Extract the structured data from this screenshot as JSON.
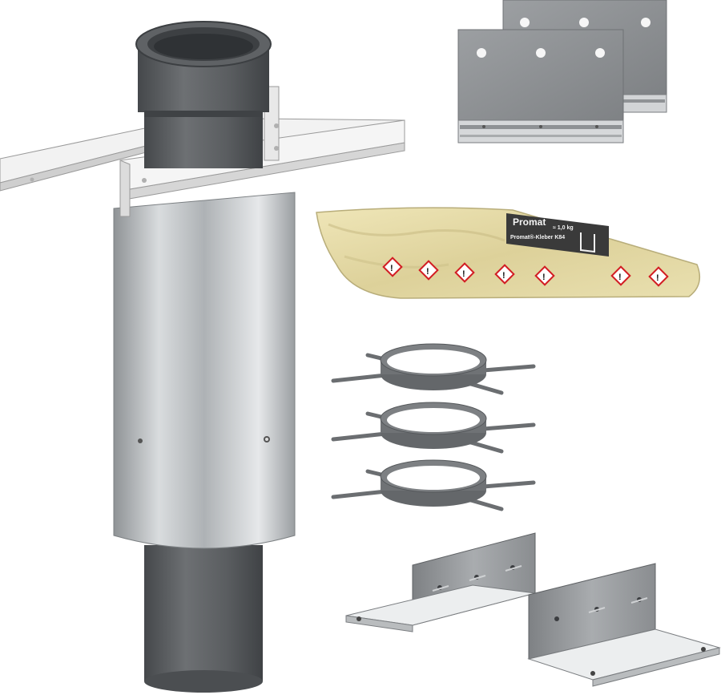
{
  "scene": {
    "items": [
      "chimney-pipe-assembly",
      "mounting-plates",
      "adhesive-bag",
      "ring-spacers",
      "angle-brackets"
    ]
  },
  "bag": {
    "brand": "Promat",
    "product": "Promat®-Kleber K84",
    "weight": "≈ 1,0 kg",
    "warning_icon": "hazard-exclamation-icon"
  },
  "colors": {
    "pipe_dark": "#5b5e61",
    "steel": "#b8bcbf",
    "plate": "#8d9093",
    "bag": "#e6dca8",
    "label_dark": "#3a3a3a",
    "hazard_red": "#d21c22"
  }
}
